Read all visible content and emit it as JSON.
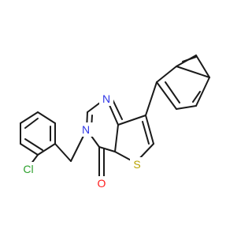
{
  "molecule": {
    "colors": {
      "N": "#2f36e6",
      "S": "#b8a200",
      "O": "#ff1a1a",
      "Cl": "#2ca02c",
      "bond": "#1a1a1a"
    },
    "atoms": {
      "n1": "N",
      "n3": "N",
      "s": "S",
      "o": "O",
      "cl": "Cl"
    }
  }
}
